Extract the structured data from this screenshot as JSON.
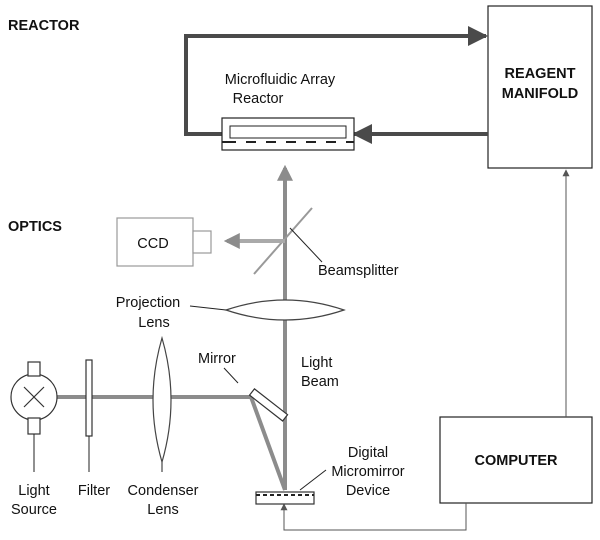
{
  "sections": {
    "reactor": "REACTOR",
    "optics": "OPTICS"
  },
  "components": {
    "reagent_manifold": [
      "REAGENT",
      "MANIFOLD"
    ],
    "computer": "COMPUTER",
    "ccd": "CCD",
    "microfluidic_reactor": [
      "Microfluidic Array",
      "Reactor"
    ],
    "beamsplitter": "Beamsplitter",
    "projection_lens": [
      "Projection",
      "Lens"
    ],
    "mirror": "Mirror",
    "light_beam": [
      "Light",
      "Beam"
    ],
    "light_source": [
      "Light",
      "Source"
    ],
    "filter": "Filter",
    "condenser_lens": [
      "Condenser",
      "Lens"
    ],
    "dmd": [
      "Digital",
      "Micromirror",
      "Device"
    ]
  }
}
